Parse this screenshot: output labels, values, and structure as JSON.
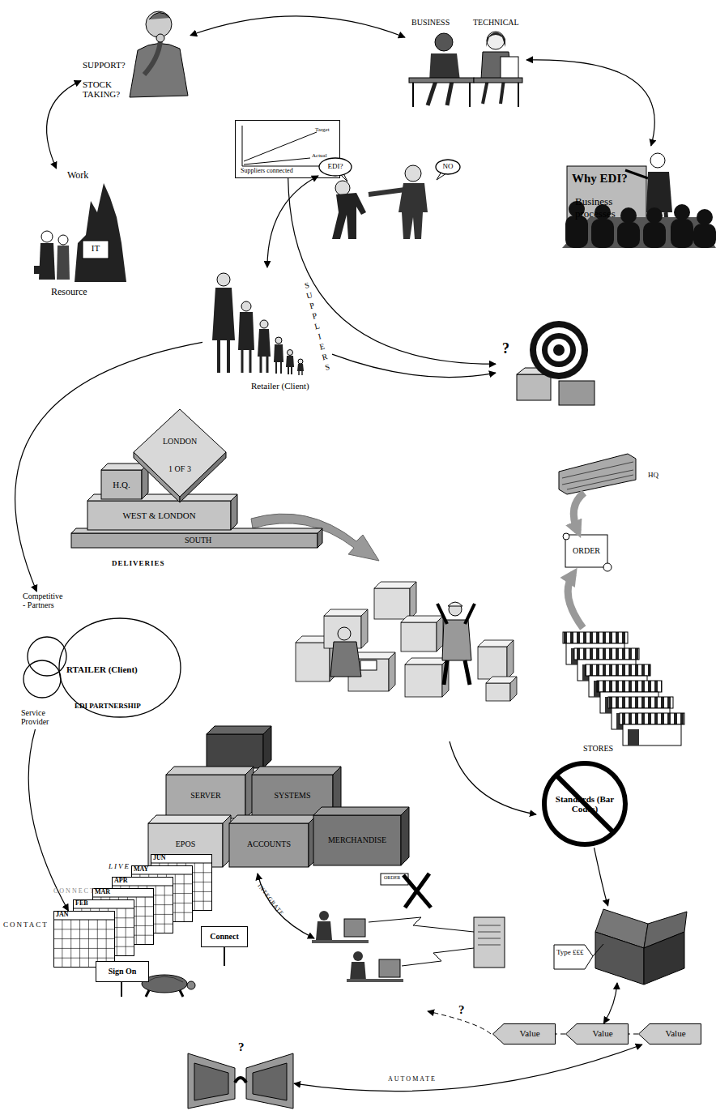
{
  "diagram": {
    "nodes": [
      {
        "text": [
          "SUPPORT?",
          "STOCK TAKING?"
        ]
      },
      {
        "text": [
          "BUSINESS",
          "TECHNICAL"
        ]
      },
      {
        "text": [
          "Why EDI?",
          "Business processes"
        ]
      },
      {
        "text": [
          "Target",
          "Actual",
          "Suppliers connected"
        ]
      },
      {
        "text": [
          "EDI?"
        ]
      },
      {
        "text": [
          "NO"
        ]
      },
      {
        "text": [
          "Work",
          "IT",
          "Resource"
        ]
      },
      {
        "text": [
          "SUPPLIERS",
          "Retailer (Client)"
        ]
      },
      {
        "text": [
          "?"
        ]
      },
      {
        "text": [
          "LONDON",
          "1 OF 3"
        ]
      },
      {
        "text": [
          "H.Q."
        ]
      },
      {
        "text": [
          "WEST & LONDON"
        ]
      },
      {
        "text": [
          "SOUTH"
        ]
      },
      {
        "text": [
          "HQ"
        ]
      },
      {
        "text": [
          "ORDER"
        ]
      },
      {
        "text": [
          "STORES"
        ]
      },
      {
        "text": [
          "Competitive - Partners"
        ]
      },
      {
        "text": [
          "RTAILER (Client)",
          "EDI PARTNERSHIP"
        ]
      },
      {
        "text": [
          "Service Provider"
        ]
      },
      {
        "text": [
          "SERVER"
        ]
      },
      {
        "text": [
          "SYSTEMS"
        ]
      },
      {
        "text": [
          "EPOS"
        ]
      },
      {
        "text": [
          "ACCOUNTS"
        ]
      },
      {
        "text": [
          "MERCHANDISE"
        ]
      },
      {
        "text": [
          "Standards (Bar Codes)"
        ]
      },
      {
        "text": [
          "JAN"
        ]
      },
      {
        "text": [
          "FEB"
        ]
      },
      {
        "text": [
          "MAR"
        ]
      },
      {
        "text": [
          "APR"
        ]
      },
      {
        "text": [
          "MAY"
        ]
      },
      {
        "text": [
          "JUN"
        ]
      },
      {
        "text": [
          "Sign On"
        ]
      },
      {
        "text": [
          "Connect"
        ]
      },
      {
        "text": [
          "Type £££"
        ]
      },
      {
        "text": [
          "Value"
        ]
      },
      {
        "text": [
          "Value"
        ]
      },
      {
        "text": [
          "Value"
        ]
      },
      {
        "text": [
          "?"
        ]
      }
    ],
    "edges": [
      {
        "from": 0,
        "to": 1,
        "arrow": "both"
      },
      {
        "from": 1,
        "to": 2,
        "arrow": "both"
      },
      {
        "from": 0,
        "to": 6,
        "arrow": "both"
      },
      {
        "from": 4,
        "to": 7,
        "arrow": "both"
      },
      {
        "from": 3,
        "to": 8,
        "arrow": "to"
      },
      {
        "from": 7,
        "to": 8,
        "arrow": "to"
      },
      {
        "from": 7,
        "to": 16,
        "arrow": "to"
      },
      {
        "from": 18,
        "to": 25,
        "arrow": "to"
      },
      {
        "from": 13,
        "to": 14,
        "arrow": "to"
      },
      {
        "from": 15,
        "to": 14,
        "arrow": "to"
      },
      {
        "from": 24,
        "to": 33,
        "arrow": "to"
      },
      {
        "from": 33,
        "to": 35,
        "arrow": "both"
      },
      {
        "from": 36,
        "to": 35,
        "arrow": "none"
      },
      {
        "from": 35,
        "to": 34,
        "arrow": "none"
      },
      {
        "from": 37,
        "to": 36,
        "arrow": "both",
        "label": "AUTOMATE"
      }
    ],
    "labels": [
      "DELIVERIES",
      "LIVE",
      "CONNECT",
      "CONTACT",
      "ORDER",
      "INTEGRATE",
      "?"
    ]
  }
}
